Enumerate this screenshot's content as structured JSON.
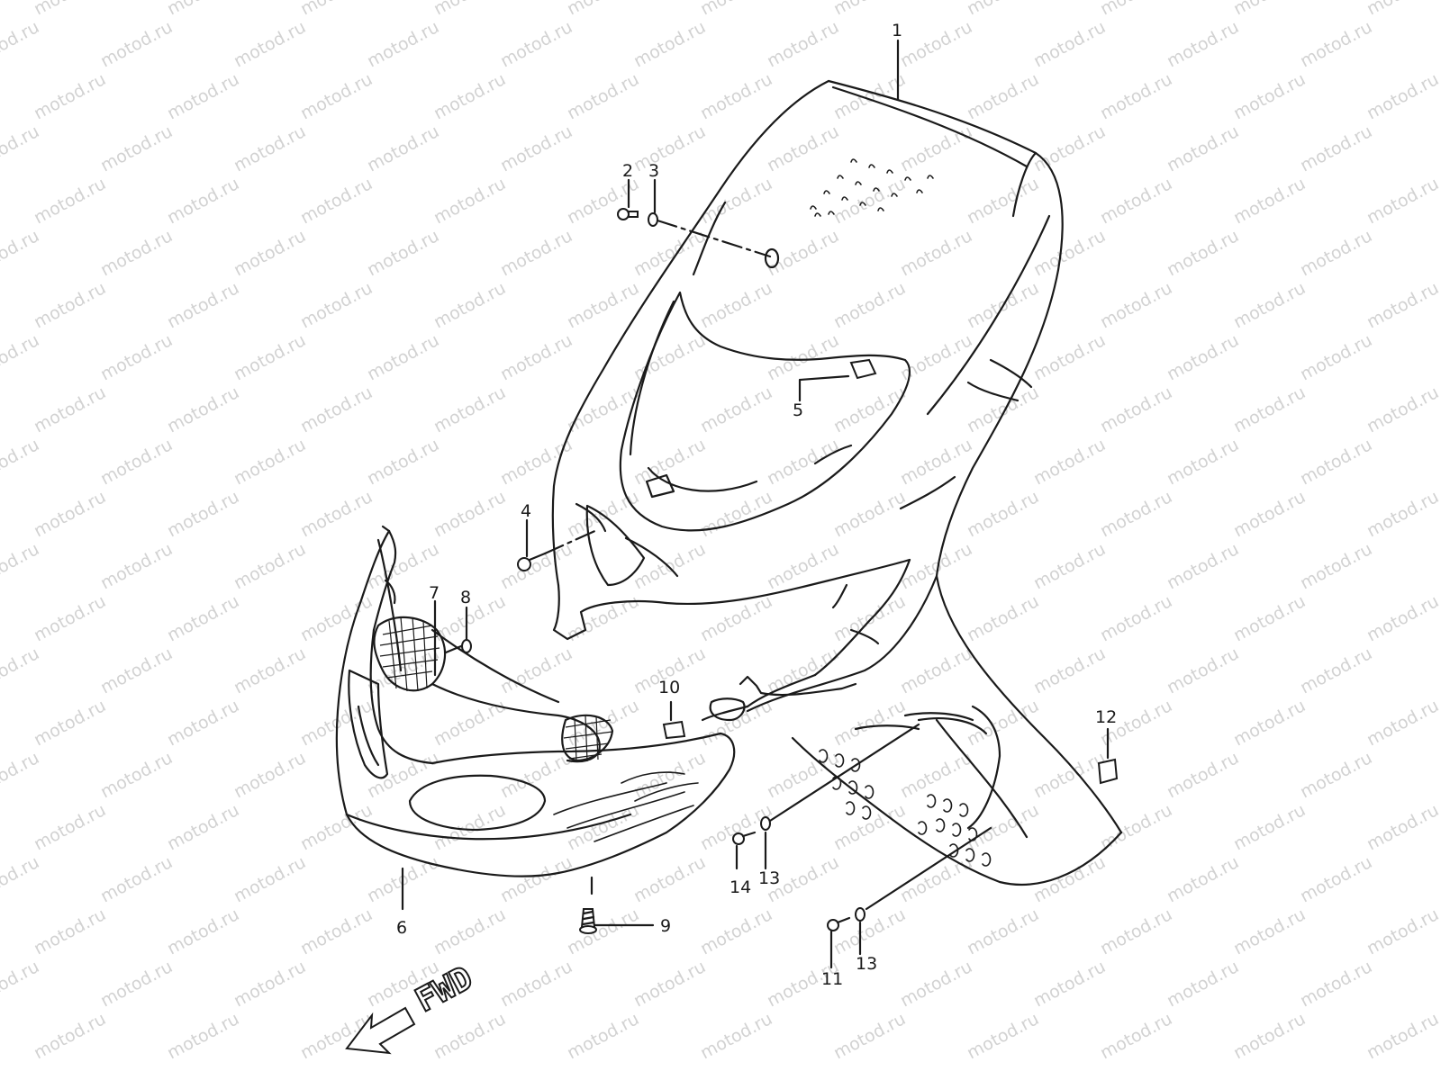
{
  "watermark": "motod.ru",
  "direction_label": "FWD",
  "callouts": [
    {
      "id": "callout-1",
      "label": "1"
    },
    {
      "id": "callout-2",
      "label": "2"
    },
    {
      "id": "callout-3",
      "label": "3"
    },
    {
      "id": "callout-4",
      "label": "4"
    },
    {
      "id": "callout-5",
      "label": "5"
    },
    {
      "id": "callout-6",
      "label": "6"
    },
    {
      "id": "callout-7",
      "label": "7"
    },
    {
      "id": "callout-8",
      "label": "8"
    },
    {
      "id": "callout-9",
      "label": "9"
    },
    {
      "id": "callout-10",
      "label": "10"
    },
    {
      "id": "callout-11",
      "label": "11"
    },
    {
      "id": "callout-12",
      "label": "12"
    },
    {
      "id": "callout-13a",
      "label": "13"
    },
    {
      "id": "callout-13b",
      "label": "13"
    },
    {
      "id": "callout-14",
      "label": "14"
    }
  ]
}
